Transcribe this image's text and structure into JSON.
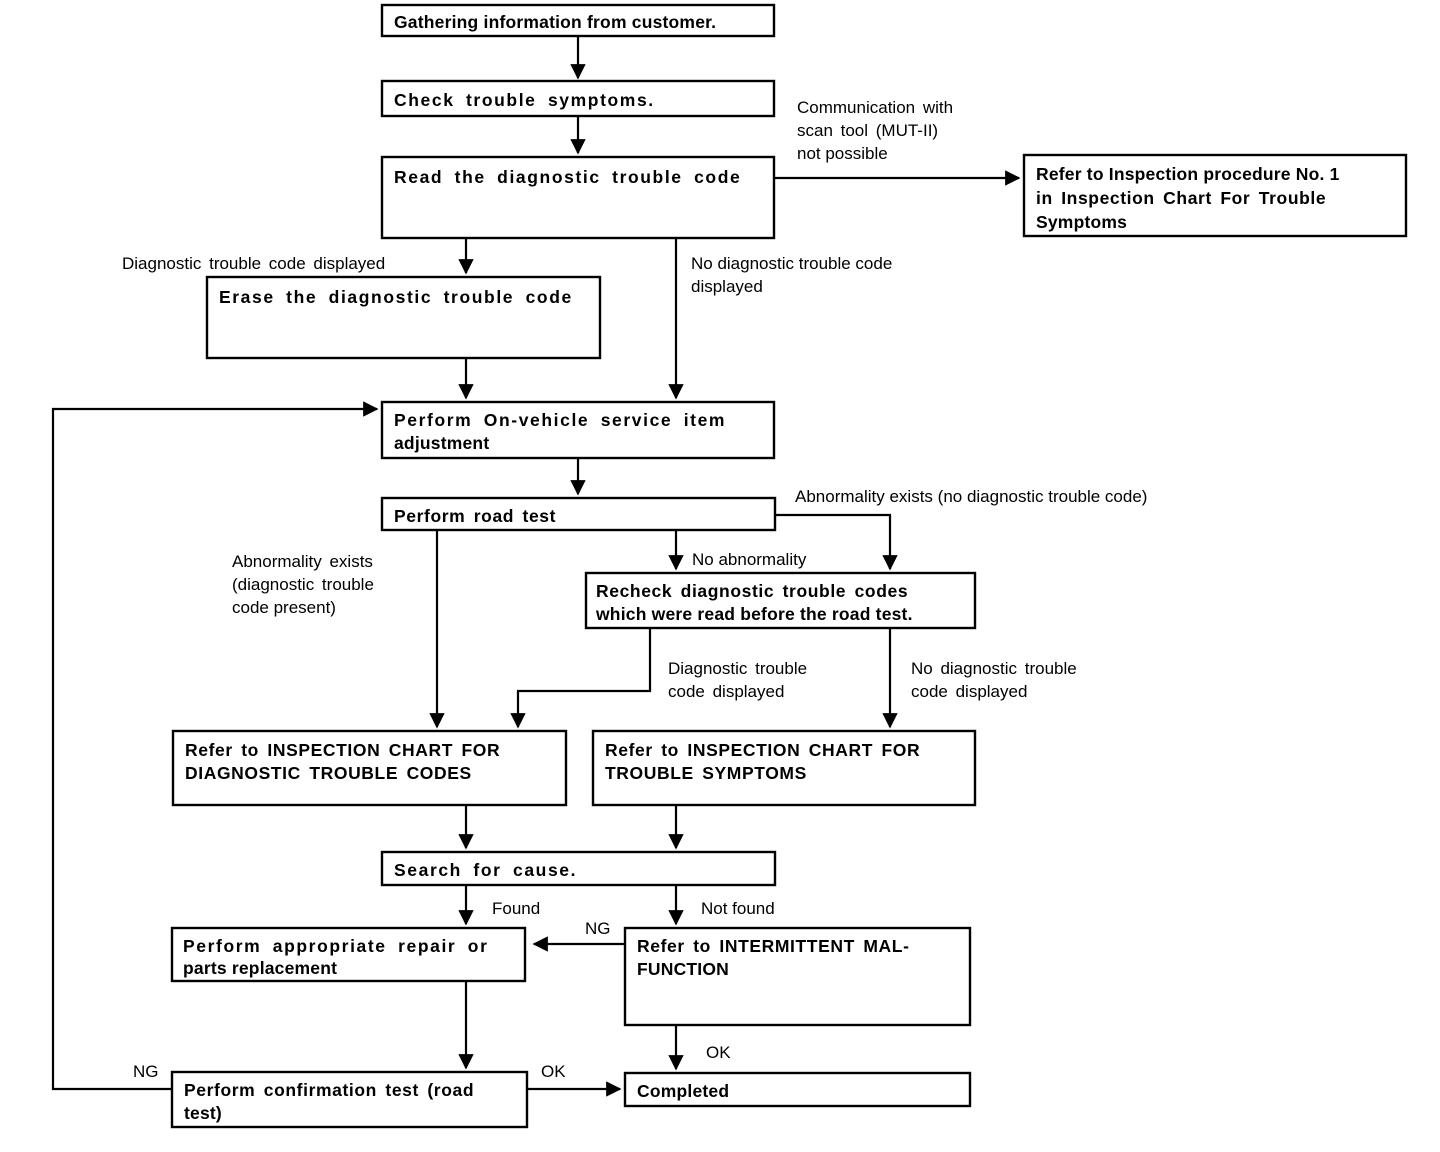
{
  "diagram": {
    "title": "Diagnostic troubleshooting flowchart",
    "colors": {
      "background": "#ffffff",
      "line": "#000000",
      "text": "#000000"
    }
  },
  "nodes": {
    "gathering": {
      "label": "Gathering information from customer."
    },
    "check_symptoms": {
      "label": "Check  trouble  symptoms."
    },
    "read_dtc": {
      "label": "Read   the   diagnostic   trouble   code"
    },
    "refer_proc_no1_l1": {
      "label": "Refer to Inspection procedure No. 1"
    },
    "refer_proc_no1_l2": {
      "label": "in  Inspection  Chart  For  Trouble"
    },
    "refer_proc_no1_l3": {
      "label": "Symptoms"
    },
    "erase_dtc": {
      "label": "Erase  the  diagnostic  trouble  code"
    },
    "on_vehicle_l1": {
      "label": "Perform   On-vehicle   service   item"
    },
    "on_vehicle_l2": {
      "label": "adjustment"
    },
    "road_test": {
      "label": "Perform road test"
    },
    "recheck_l1": {
      "label": "Recheck  diagnostic  trouble  codes"
    },
    "recheck_l2": {
      "label": "which were read before the road test."
    },
    "chart_dtc_l1": {
      "label": "Refer to INSPECTION CHART FOR"
    },
    "chart_dtc_l2": {
      "label": "DIAGNOSTIC TROUBLE CODES"
    },
    "chart_sym_l1": {
      "label": "Refer to INSPECTION CHART FOR"
    },
    "chart_sym_l2": {
      "label": "TROUBLE SYMPTOMS"
    },
    "search_cause": {
      "label": "Search  for  cause."
    },
    "repair_l1": {
      "label": "Perform   appropriate   repair   or"
    },
    "repair_l2": {
      "label": "parts replacement"
    },
    "intermittent_l1": {
      "label": "Refer  to  INTERMITTENT  MAL-"
    },
    "intermittent_l2": {
      "label": "FUNCTION"
    },
    "confirm_l1": {
      "label": "Perform  confirmation  test  (road"
    },
    "confirm_l2": {
      "label": "test)"
    },
    "completed": {
      "label": "Completed"
    }
  },
  "edge_labels": {
    "comm_not_possible_l1": "Communication  with",
    "comm_not_possible_l2": "scan  tool  (MUT-II)",
    "comm_not_possible_l3": "not possible",
    "dtc_displayed": "Diagnostic  trouble  code  displayed",
    "no_dtc_displayed_l1": "No diagnostic trouble code",
    "no_dtc_displayed_l2": "displayed",
    "abnormality_no_dtc": "Abnormality exists (no diagnostic trouble code)",
    "abnormality_dtc_l1": "Abnormality   exists",
    "abnormality_dtc_l2": "(diagnostic   trouble",
    "abnormality_dtc_l3": "code present)",
    "no_abnormality": "No abnormality",
    "dtc_displayed2_l1": "Diagnostic   trouble",
    "dtc_displayed2_l2": "code displayed",
    "no_dtc_displayed2_l1": "No diagnostic trouble",
    "no_dtc_displayed2_l2": "code displayed",
    "found": "Found",
    "not_found": "Not found",
    "ng_repair": "NG",
    "ok_confirm": "OK",
    "ok_intermittent": "OK",
    "ng_loop": "NG"
  }
}
